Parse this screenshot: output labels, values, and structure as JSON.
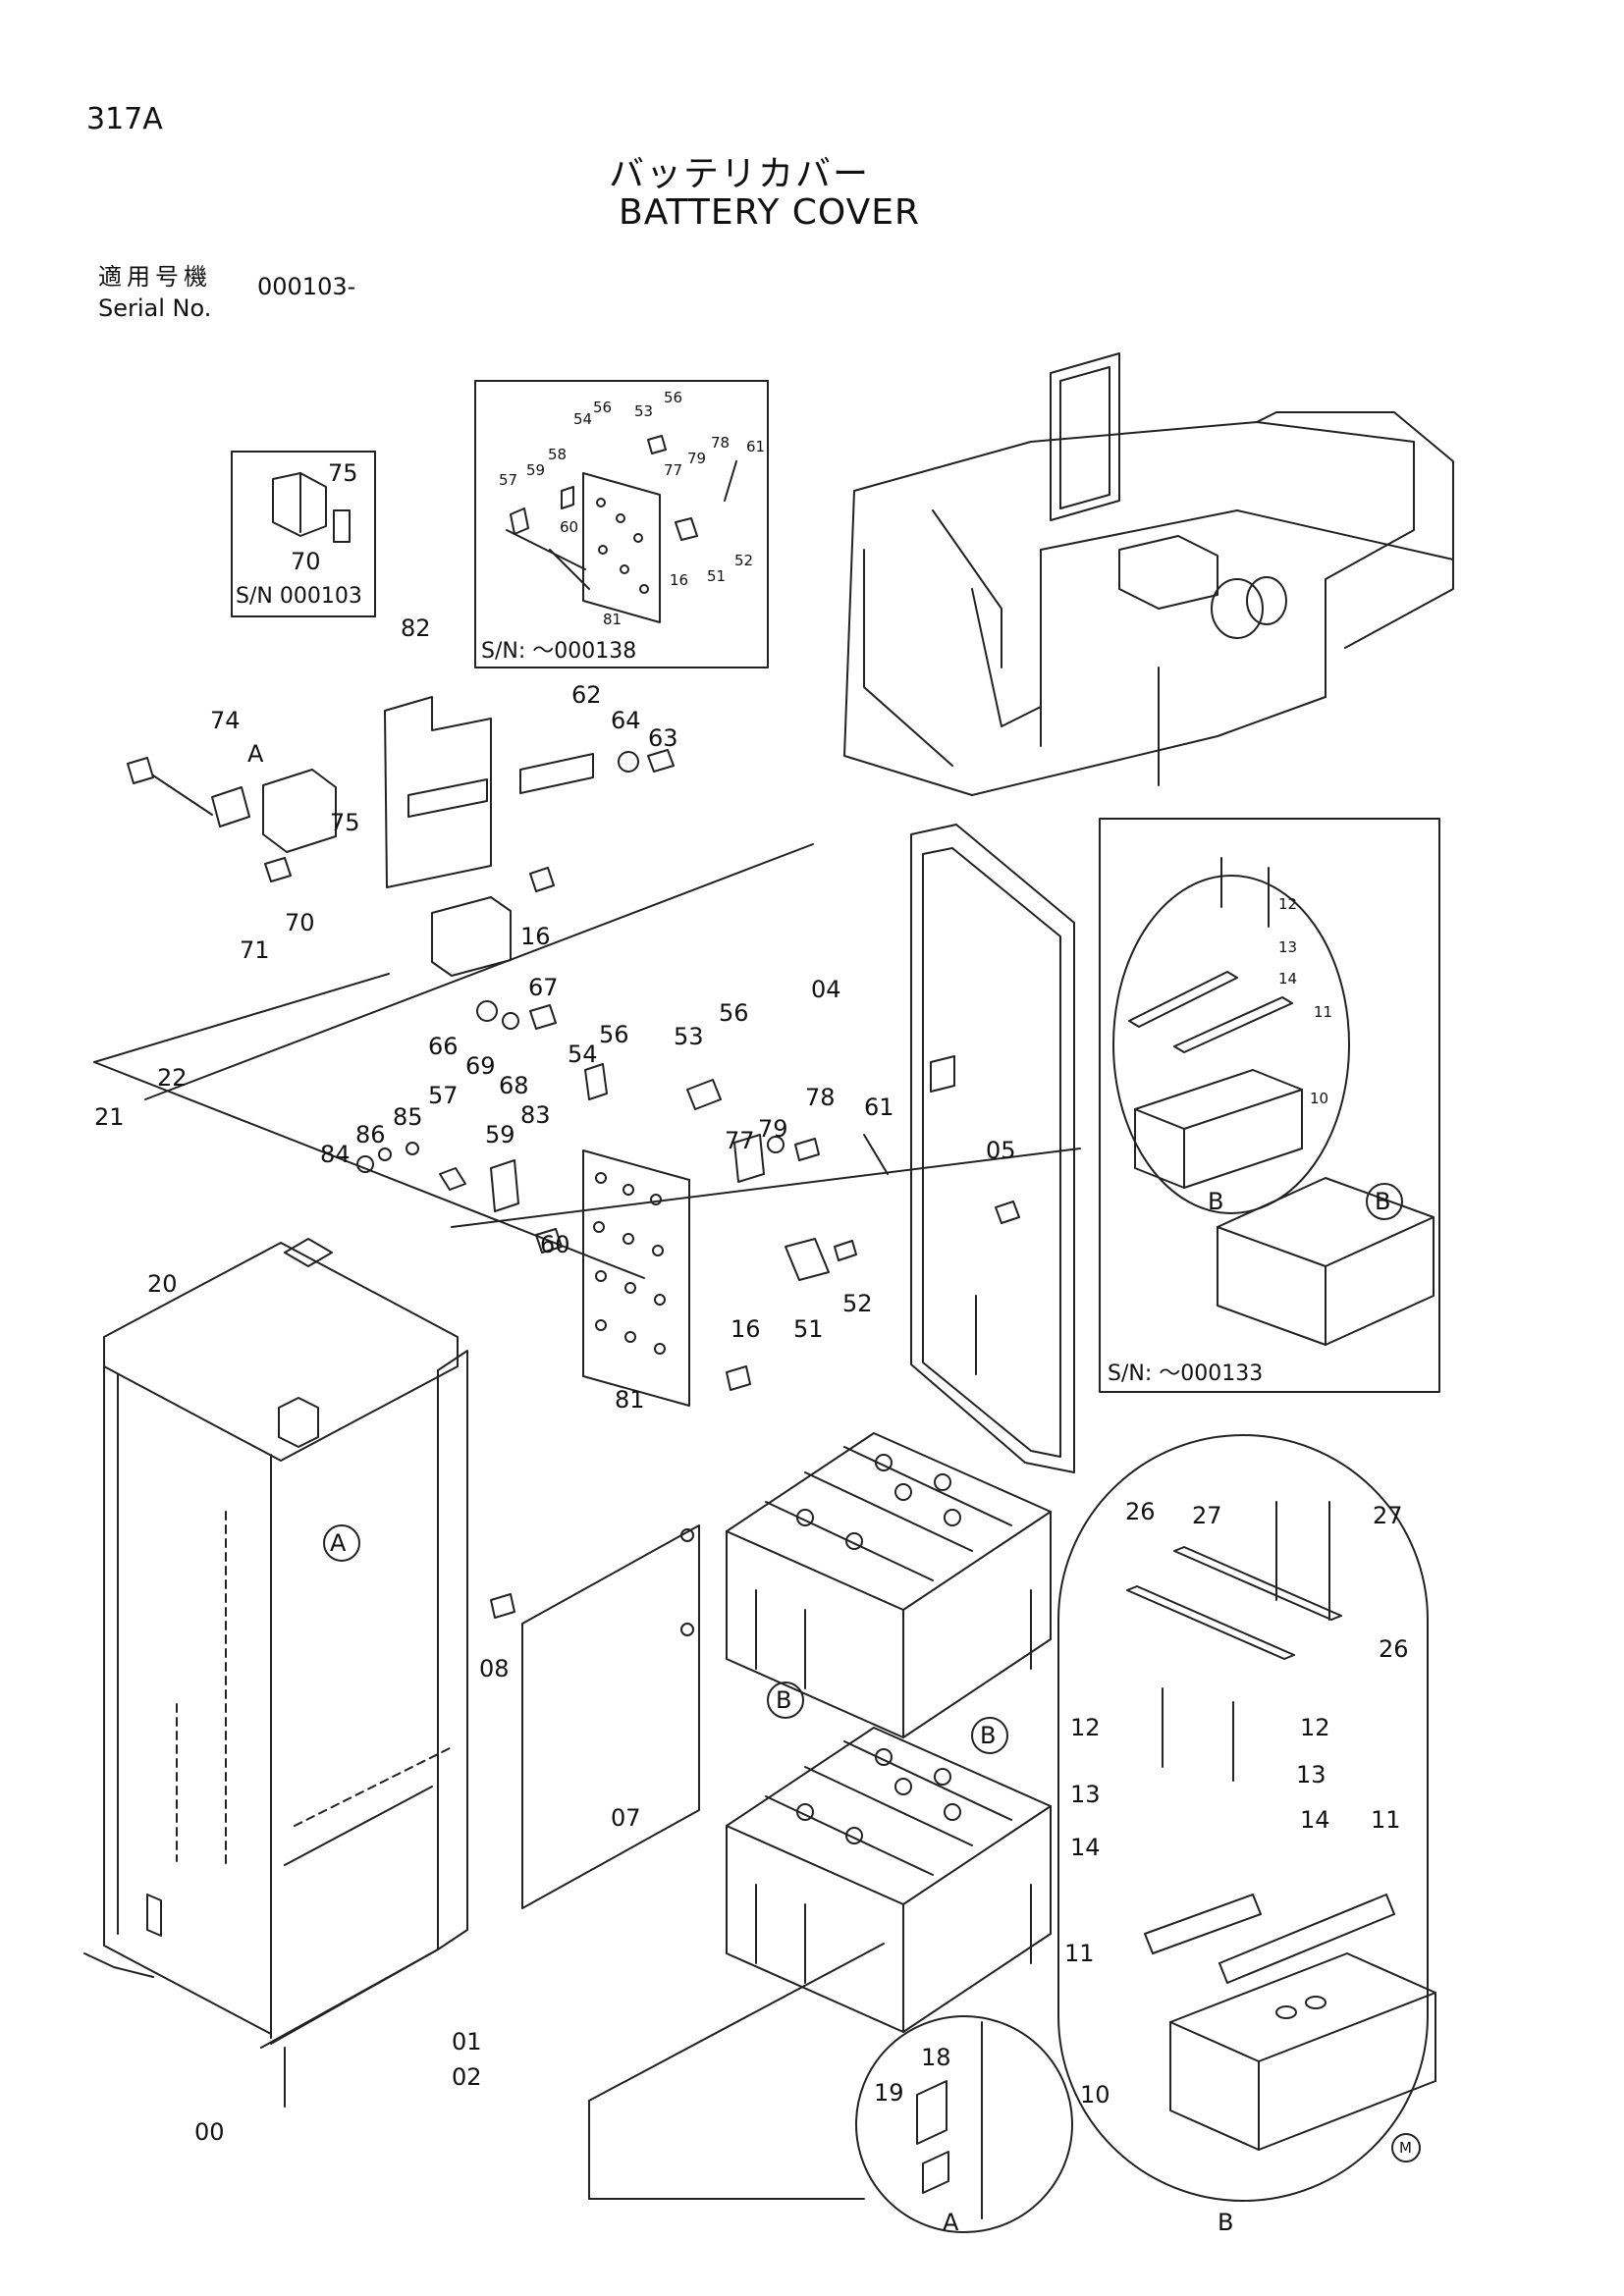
{
  "header": {
    "page_no": "317A",
    "title_jp": "バッテリカバー",
    "title_en": "BATTERY COVER",
    "serial_label_jp": "適用号機",
    "serial_label_en": "Serial No.",
    "serial_value": "000103-"
  },
  "insets": {
    "sn_000103": "S/N 000103",
    "sn_000138": "S/N: ～000138",
    "sn_000133": "S/N: ～000133"
  },
  "callouts": {
    "A": "A",
    "B": "B",
    "M": "M"
  },
  "labels": {
    "small_inset": [
      "75",
      "70"
    ],
    "mid_inset": [
      "56",
      "54",
      "53",
      "56",
      "58",
      "59",
      "77",
      "79",
      "78",
      "61",
      "57",
      "60",
      "51",
      "52",
      "16",
      "81"
    ],
    "left_parts": [
      "82",
      "74",
      "62",
      "64",
      "63",
      "75",
      "71",
      "70",
      "16",
      "67",
      "66",
      "69",
      "68",
      "22",
      "21",
      "20",
      "84",
      "86",
      "85",
      "57",
      "54",
      "56",
      "53",
      "56",
      "59",
      "83",
      "77",
      "79",
      "78",
      "61",
      "60",
      "51",
      "52",
      "16",
      "81",
      "04",
      "05",
      "08",
      "07",
      "00",
      "01",
      "02"
    ],
    "right_inset": [
      "12",
      "13",
      "14",
      "11",
      "10"
    ],
    "bottom_right": [
      "26",
      "27",
      "27",
      "26",
      "12",
      "12",
      "13",
      "13",
      "14",
      "14",
      "11",
      "11",
      "10"
    ],
    "bottom_detail": [
      "18",
      "19"
    ]
  }
}
